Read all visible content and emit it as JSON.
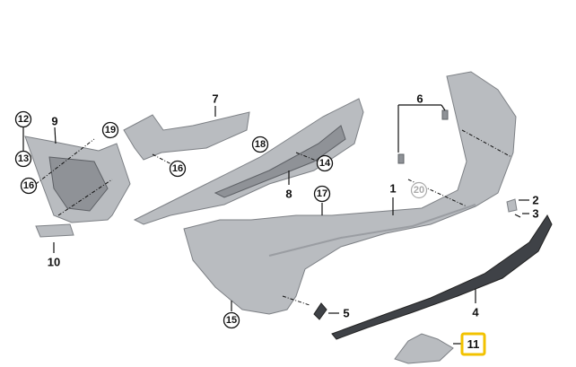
{
  "diagram": {
    "title": "Rear bumper trim panel parts diagram",
    "highlight_color": "#f2c200",
    "labels": {
      "p1": "1",
      "p2": "2",
      "p3": "3",
      "p4": "4",
      "p5": "5",
      "p6": "6",
      "p7": "7",
      "p8": "8",
      "p9": "9",
      "p10": "10",
      "p11": "11",
      "p12": "12",
      "p13": "13",
      "p14": "14",
      "p15": "15",
      "p16a": "16",
      "p16b": "16",
      "p17": "17",
      "p18": "18",
      "p19": "19",
      "p20": "20"
    },
    "selected_part": "11"
  }
}
